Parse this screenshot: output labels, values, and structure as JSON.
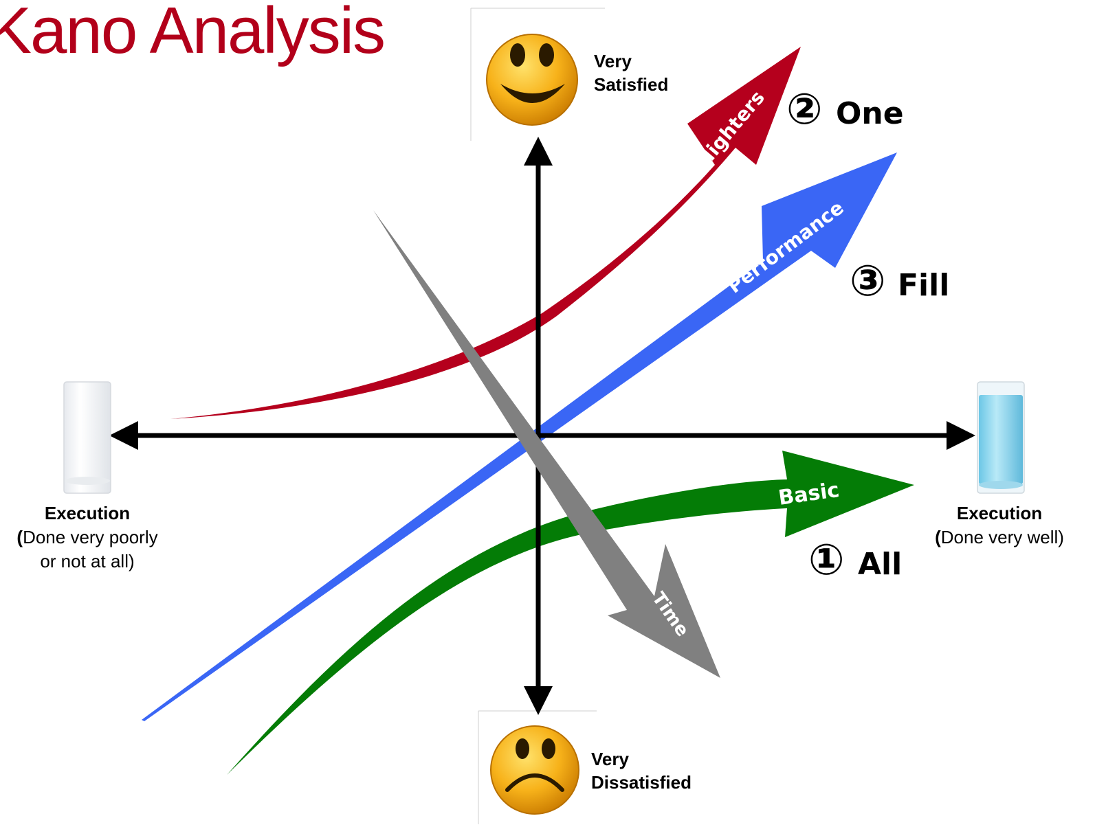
{
  "title": "Kano Analysis",
  "axes": {
    "top_label_line1": "Very",
    "top_label_line2": "Satisfied",
    "bottom_label_line1": "Very",
    "bottom_label_line2": "Dissatisfied",
    "left_label_line1": "Execution",
    "left_label_line2_open": "(",
    "left_label_line2_rest": "Done very poorly",
    "left_label_line3": "or not at all)",
    "right_label_line1": "Execution",
    "right_label_line2_open": "(",
    "right_label_line2_rest": "Done very well)"
  },
  "curves": {
    "delighters": {
      "label": "Delighters",
      "color": "#b5001d"
    },
    "performance": {
      "label": "Performance",
      "color": "#3a66f5"
    },
    "basic": {
      "label": "Basic",
      "color": "#047c06"
    },
    "time": {
      "label": "Time",
      "color": "#808080"
    }
  },
  "ranks": {
    "all": {
      "symbol": "①",
      "word": "All"
    },
    "one": {
      "symbol": "②",
      "word": "One"
    },
    "fill": {
      "symbol": "③",
      "word": "Fill"
    }
  },
  "icons": {
    "happy": "smiley-happy-icon",
    "sad": "smiley-sad-icon",
    "empty_glass": "empty-glass-icon",
    "full_glass": "full-glass-icon"
  }
}
